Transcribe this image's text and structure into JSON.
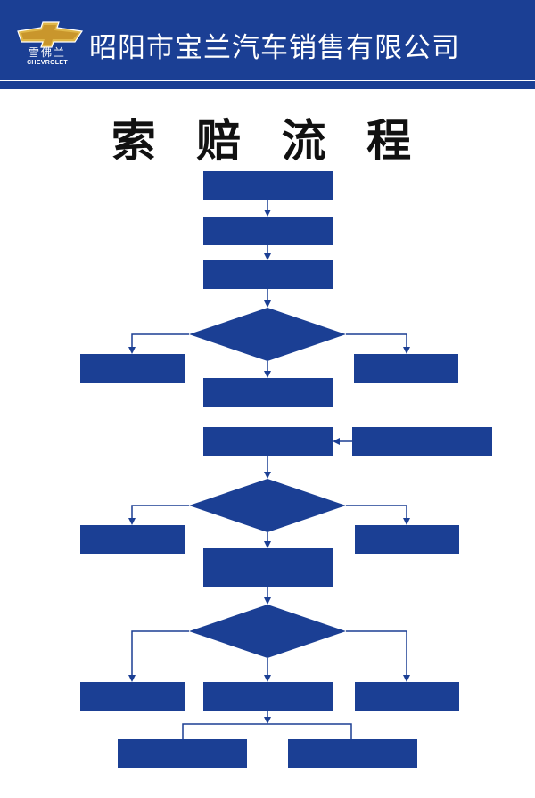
{
  "header": {
    "logo_text": "雪佛兰",
    "logo_subtext": "CHEVROLET",
    "company_name": "昭阳市宝兰汽车销售有限公司",
    "color": "#1b3f94",
    "accent_gold": "#e0b84a"
  },
  "title": "索 赔 流 程",
  "flowchart": {
    "fill": "#1b3f94",
    "line_color": "#1b3f94",
    "nodes": [
      {
        "id": "step-1",
        "shape": "process"
      },
      {
        "id": "step-2",
        "shape": "process"
      },
      {
        "id": "step-3",
        "shape": "process"
      },
      {
        "id": "decision-1",
        "shape": "decision"
      },
      {
        "id": "branch-left-1",
        "shape": "process"
      },
      {
        "id": "branch-right-1",
        "shape": "process"
      },
      {
        "id": "step-4",
        "shape": "process"
      },
      {
        "id": "step-5",
        "shape": "process"
      },
      {
        "id": "side-input",
        "shape": "process"
      },
      {
        "id": "decision-2",
        "shape": "decision"
      },
      {
        "id": "branch-left-2",
        "shape": "process"
      },
      {
        "id": "branch-right-2",
        "shape": "process"
      },
      {
        "id": "step-6",
        "shape": "process"
      },
      {
        "id": "decision-3",
        "shape": "decision"
      },
      {
        "id": "branch-left-3",
        "shape": "process"
      },
      {
        "id": "branch-center-3",
        "shape": "process"
      },
      {
        "id": "branch-right-3",
        "shape": "process"
      },
      {
        "id": "final-left",
        "shape": "process"
      },
      {
        "id": "final-right",
        "shape": "process"
      }
    ]
  }
}
